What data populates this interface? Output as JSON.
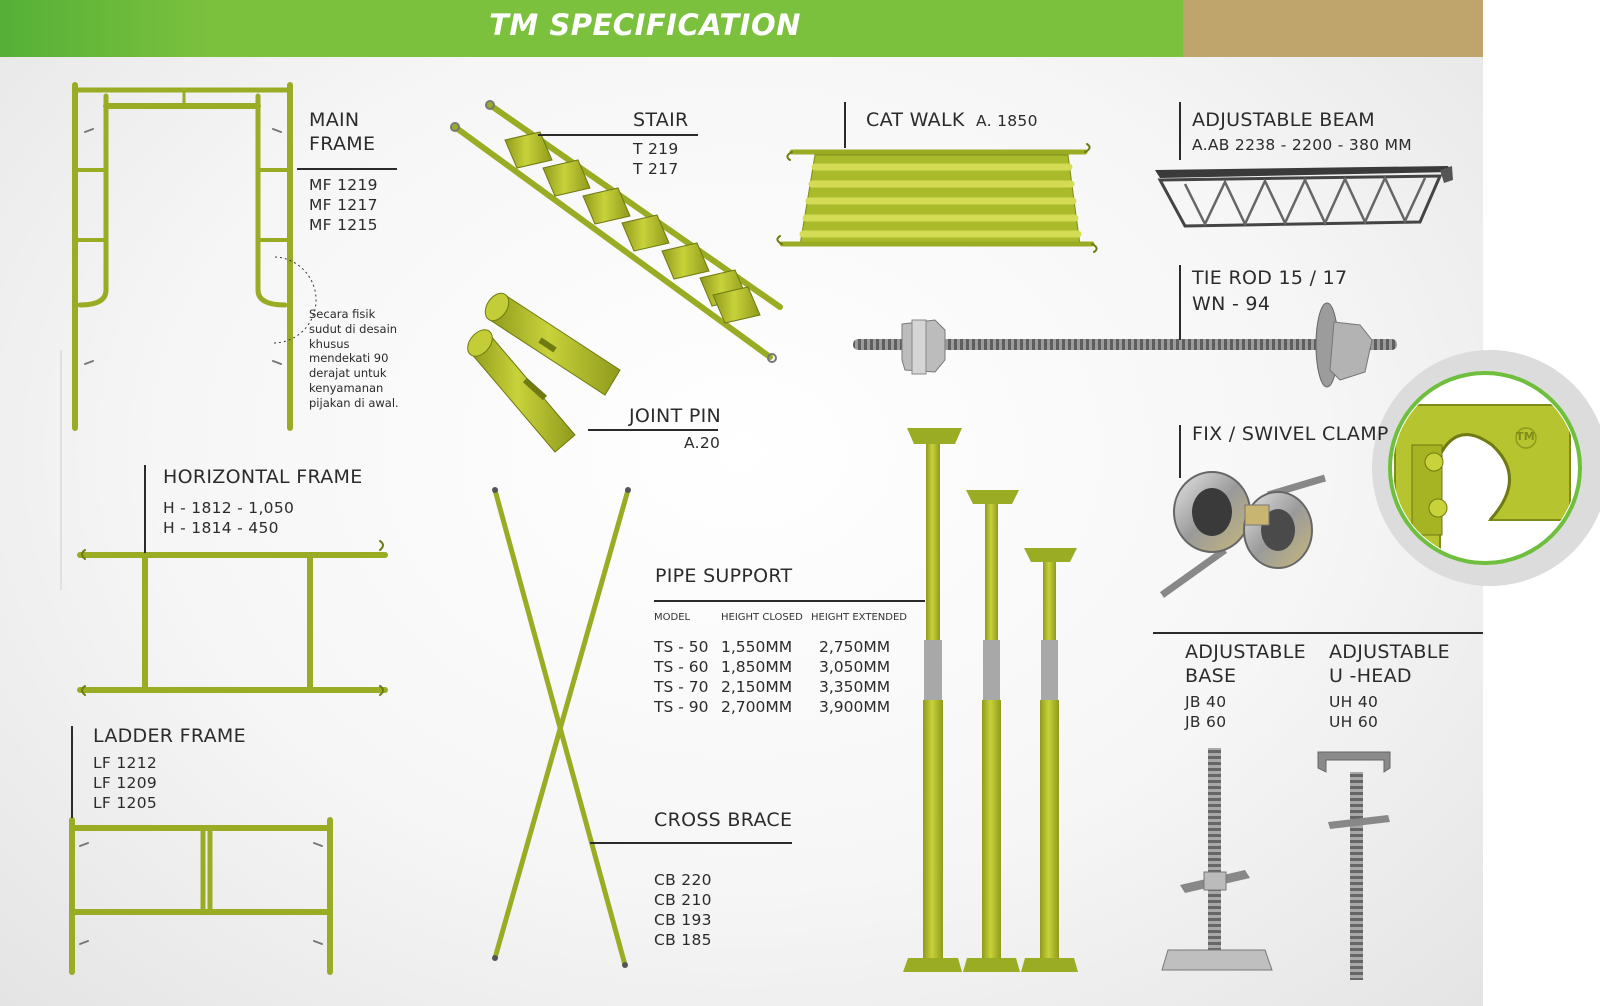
{
  "header": {
    "title": "TM SPECIFICATION"
  },
  "main_frame": {
    "title_line1": "MAIN",
    "title_line2": "FRAME",
    "models": [
      "MF 1219",
      "MF 1217",
      "MF 1215"
    ],
    "note": "Secara fisik sudut di desain khusus mendekati 90 derajat  untuk kenyamanan pijakan di awal."
  },
  "stair": {
    "title": "STAIR",
    "models": [
      "T 219",
      "T 217"
    ]
  },
  "cat_walk": {
    "title": "CAT WALK",
    "model": "A. 1850"
  },
  "adjustable_beam": {
    "title": "ADJUSTABLE BEAM",
    "model": "A.AB 2238 - 2200 - 380 MM"
  },
  "tie_rod": {
    "title": "TIE ROD 15 / 17",
    "model": "WN - 94"
  },
  "joint_pin": {
    "title": "JOINT PIN",
    "model": "A.20"
  },
  "clamp": {
    "title": "FIX / SWIVEL CLAMP",
    "logo": "TM"
  },
  "horizontal_frame": {
    "title": "HORIZONTAL FRAME",
    "models": [
      "H - 1812 - 1,050",
      "H - 1814 - 450"
    ]
  },
  "pipe_support": {
    "title": "PIPE SUPPORT",
    "columns": [
      "MODEL",
      "HEIGHT CLOSED",
      "HEIGHT EXTENDED"
    ],
    "rows": [
      [
        "TS - 50",
        "1,550MM",
        "2,750MM"
      ],
      [
        "TS - 60",
        "1,850MM",
        "3,050MM"
      ],
      [
        "TS - 70",
        "2,150MM",
        "3,350MM"
      ],
      [
        "TS - 90",
        "2,700MM",
        "3,900MM"
      ]
    ]
  },
  "adjustable_base": {
    "title_line1": "ADJUSTABLE",
    "title_line2": "BASE",
    "models": [
      "JB 40",
      "JB 60"
    ]
  },
  "adjustable_uhead": {
    "title_line1": "ADJUSTABLE",
    "title_line2": "U -HEAD",
    "models": [
      "UH 40",
      "UH 60"
    ]
  },
  "ladder_frame": {
    "title": "LADDER FRAME",
    "models": [
      "LF 1212",
      "LF 1209",
      "LF 1205"
    ]
  },
  "cross_brace": {
    "title": "CROSS BRACE",
    "models": [
      "CB 220",
      "CB 210",
      "CB 193",
      "CB 185"
    ]
  },
  "colors": {
    "header_green": "#7cc13e",
    "header_gold": "#bfa46b",
    "product_green": "#b2c22c",
    "steel": "#9a9a9a"
  }
}
